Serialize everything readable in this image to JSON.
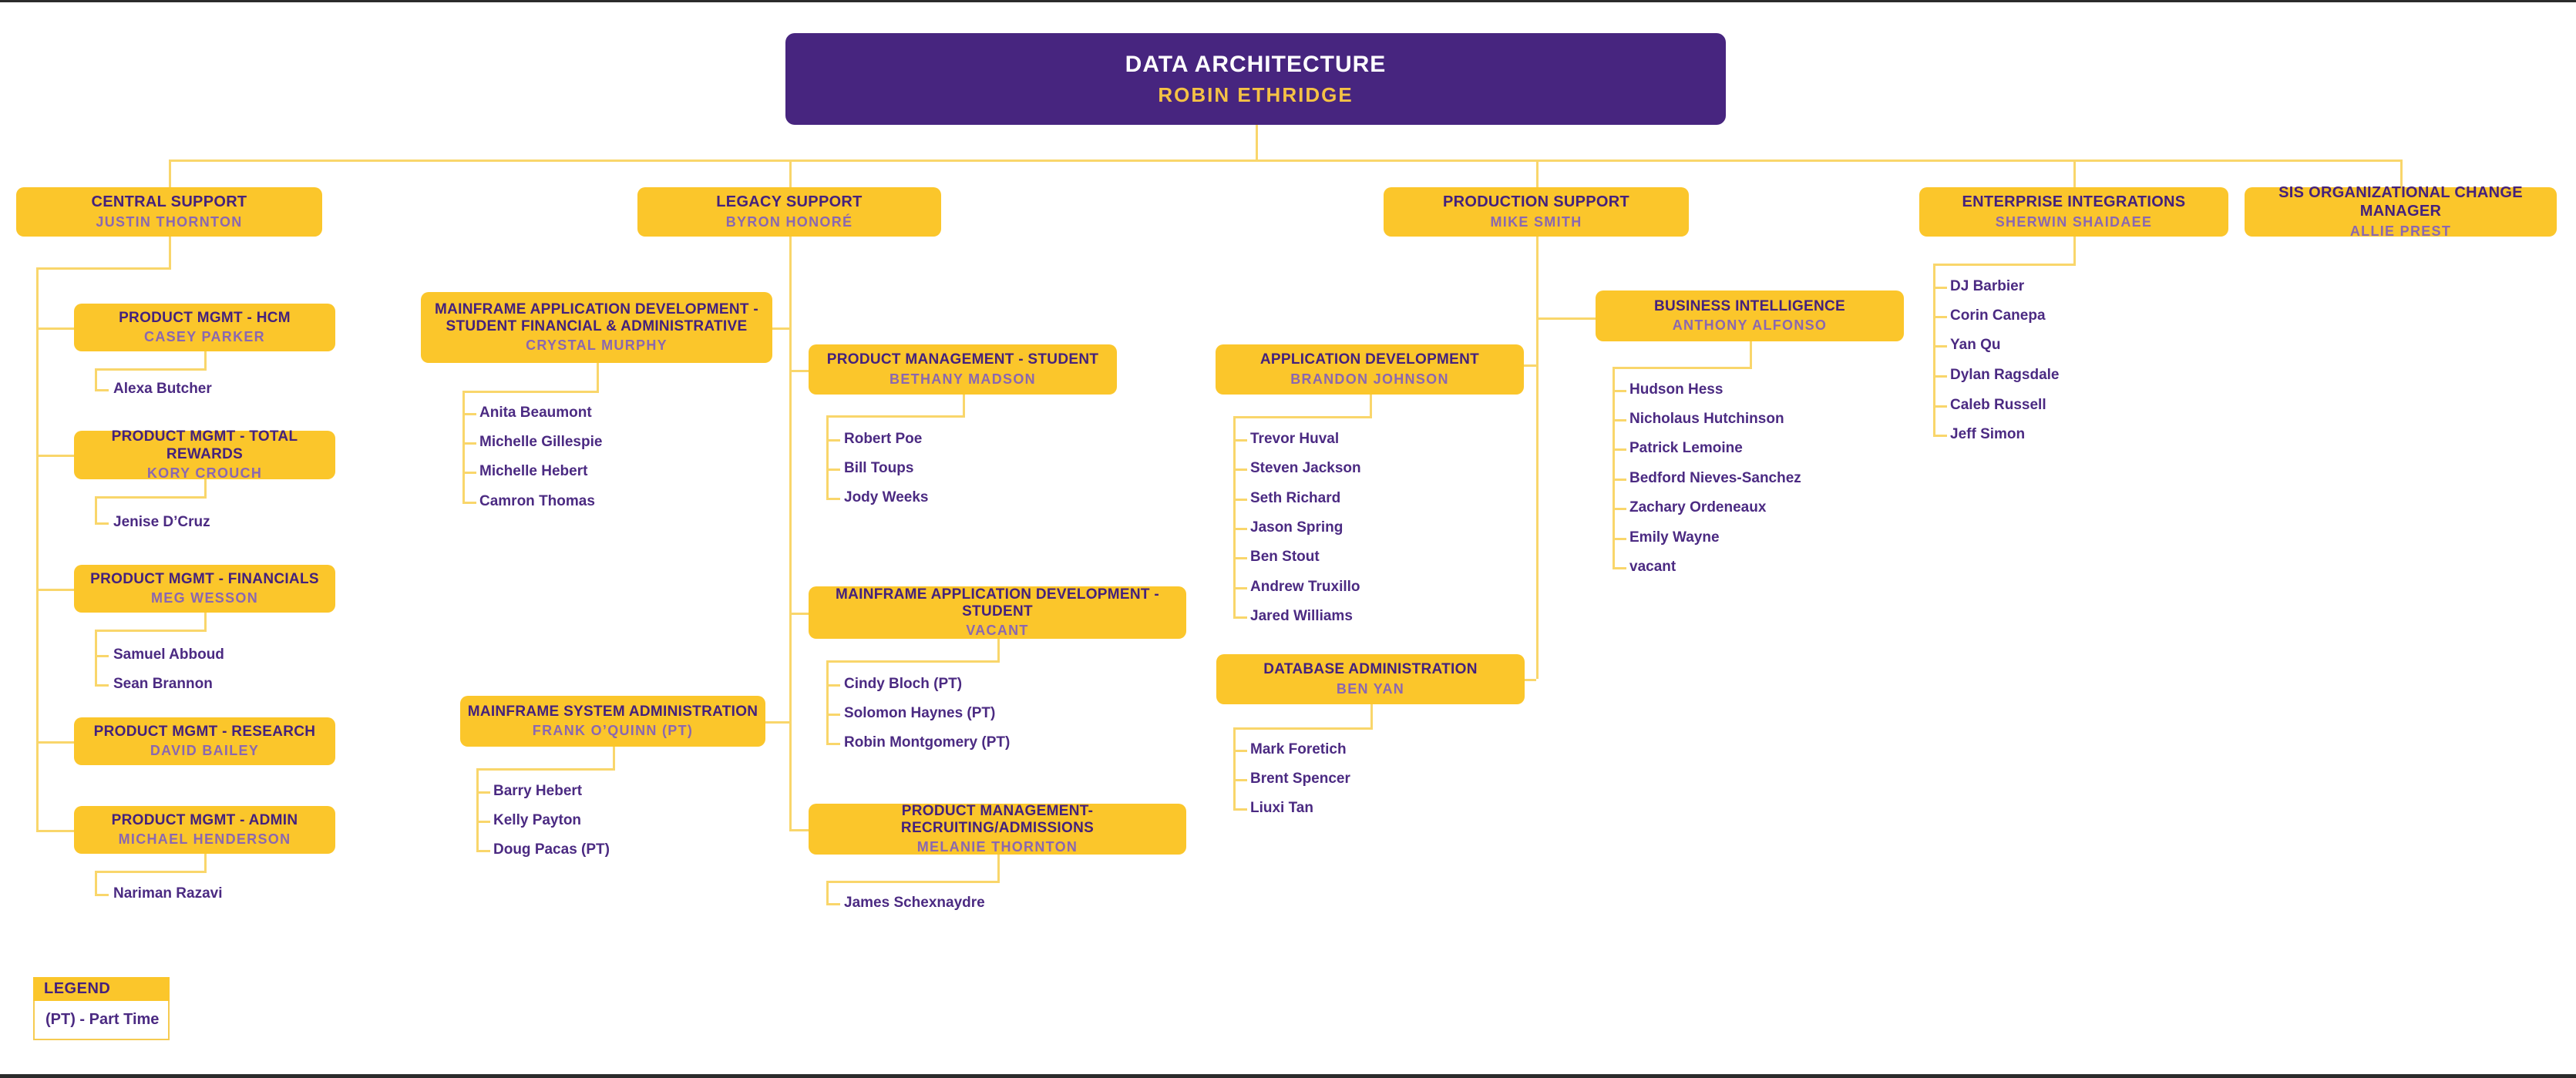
{
  "root": {
    "title": "DATA ARCHITECTURE",
    "manager": "ROBIN ETHRIDGE"
  },
  "branches": [
    {
      "title": "CENTRAL SUPPORT",
      "manager": "JUSTIN THORNTON",
      "teams": [
        {
          "title": "PRODUCT MGMT - HCM",
          "manager": "CASEY PARKER",
          "members": [
            "Alexa Butcher"
          ]
        },
        {
          "title": "PRODUCT MGMT - TOTAL REWARDS",
          "manager": "KORY CROUCH",
          "members": [
            "Jenise D’Cruz"
          ]
        },
        {
          "title": "PRODUCT MGMT - FINANCIALS",
          "manager": "MEG WESSON",
          "members": [
            "Samuel Abboud",
            "Sean Brannon"
          ]
        },
        {
          "title": "PRODUCT MGMT - RESEARCH",
          "manager": "DAVID BAILEY",
          "members": []
        },
        {
          "title": "PRODUCT MGMT - ADMIN",
          "manager": "MICHAEL HENDERSON",
          "members": [
            "Nariman Razavi"
          ]
        }
      ]
    },
    {
      "title": "LEGACY SUPPORT",
      "manager": "BYRON HONORÉ",
      "teams": [
        {
          "title": "MAINFRAME APPLICATION DEVELOPMENT - STUDENT FINANCIAL & ADMINISTRATIVE",
          "manager": "CRYSTAL MURPHY",
          "members": [
            "Anita Beaumont",
            "Michelle Gillespie",
            "Michelle Hebert",
            "Camron Thomas"
          ]
        },
        {
          "title": "PRODUCT MANAGEMENT - STUDENT",
          "manager": "BETHANY MADSON",
          "members": [
            "Robert Poe",
            "Bill Toups",
            "Jody Weeks"
          ]
        },
        {
          "title": "MAINFRAME APPLICATION DEVELOPMENT - STUDENT",
          "manager": "VACANT",
          "members": [
            "Cindy Bloch (PT)",
            "Solomon Haynes (PT)",
            "Robin Montgomery (PT)"
          ]
        },
        {
          "title": "MAINFRAME SYSTEM ADMINISTRATION",
          "manager": "FRANK O’QUINN (PT)",
          "members": [
            "Barry Hebert",
            "Kelly Payton",
            "Doug Pacas (PT)"
          ]
        },
        {
          "title": "PRODUCT MANAGEMENT- RECRUITING/ADMISSIONS",
          "manager": "MELANIE THORNTON",
          "members": [
            "James Schexnaydre"
          ]
        }
      ]
    },
    {
      "title": "PRODUCTION SUPPORT",
      "manager": "MIKE SMITH",
      "teams": [
        {
          "title": "APPLICATION DEVELOPMENT",
          "manager": "BRANDON JOHNSON",
          "members": [
            "Trevor Huval",
            "Steven Jackson",
            "Seth Richard",
            "Jason Spring",
            "Ben Stout",
            "Andrew Truxillo",
            "Jared Williams"
          ]
        },
        {
          "title": "BUSINESS INTELLIGENCE",
          "manager": "ANTHONY ALFONSO",
          "members": [
            "Hudson Hess",
            "Nicholaus Hutchinson",
            "Patrick Lemoine",
            "Bedford Nieves-Sanchez",
            "Zachary Ordeneaux",
            "Emily Wayne",
            "vacant"
          ]
        },
        {
          "title": "DATABASE ADMINISTRATION",
          "manager": "BEN YAN",
          "members": [
            "Mark Foretich",
            "Brent Spencer",
            "Liuxi Tan"
          ]
        }
      ]
    },
    {
      "title": "ENTERPRISE INTEGRATIONS",
      "manager": "SHERWIN SHAIDAEE",
      "members": [
        "DJ Barbier",
        "Corin Canepa",
        "Yan Qu",
        "Dylan Ragsdale",
        "Caleb Russell",
        "Jeff Simon"
      ]
    },
    {
      "title": "SIS ORGANIZATIONAL CHANGE MANAGER",
      "manager": "ALLIE PREST"
    }
  ],
  "legend": {
    "header": "LEGEND",
    "entry": "(PT) - Part Time"
  },
  "colors": {
    "purple": "#47257F",
    "gold": "#FBC62B",
    "connector": "#F9D66B",
    "title_text": "#44217C",
    "manager_text": "#8A67B1"
  }
}
